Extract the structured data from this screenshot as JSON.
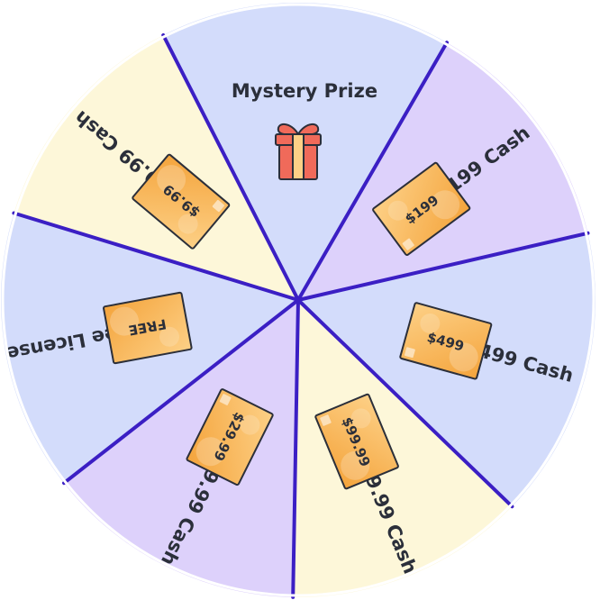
{
  "wheel": {
    "segments": [
      {
        "name": "mystery-prize",
        "label": "Mystery Prize",
        "prize": "gift-box-icon",
        "color": "#d3dcfb"
      },
      {
        "name": "199-cash",
        "label": "$199 Cash",
        "card": "$199",
        "corner": "$",
        "color": "#ddd1fb"
      },
      {
        "name": "499-cash",
        "label": "$499 Cash",
        "card": "$499",
        "corner": "$",
        "color": "#d3dcfb"
      },
      {
        "name": "99-99-cash",
        "label": "$99.99 Cash",
        "card": "$99.99",
        "corner": "$",
        "color": "#fdf7d9"
      },
      {
        "name": "29-99-cash",
        "label": "$29.99 Cash",
        "card": "$29.99",
        "corner": "$",
        "color": "#ddd1fb"
      },
      {
        "name": "free-license",
        "label": "Free License",
        "card": "FREE",
        "corner": "",
        "color": "#d3dcfb"
      },
      {
        "name": "9-99-cash",
        "label": "$9.99 Cash",
        "card": "$9.99",
        "corner": "$",
        "color": "#fdf7d9"
      }
    ],
    "divider_color": "#3b1fc4",
    "rim_color": "#ffffff",
    "label_color": "#2b2f3a",
    "card_colors": [
      "#fdd086",
      "#f4a43c"
    ],
    "card_border_color": "#2b2f3a",
    "gift_colors": {
      "box": "#f06a5a",
      "ribbon": "#fdd086",
      "outline": "#2b2f3a"
    }
  }
}
